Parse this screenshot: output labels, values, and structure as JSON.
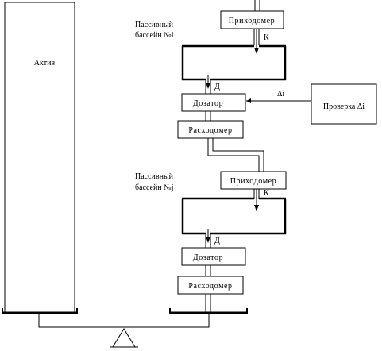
{
  "labels": {
    "active": "Актив",
    "pool_i_line1": "Пассивный",
    "pool_i_line2": "бассейн №i",
    "pool_j_line1": "Пассивный",
    "pool_j_line2": "бассейн №j",
    "inflow_meter_i": "Приходомер",
    "inflow_meter_j": "Приходомер",
    "k_top": "К",
    "k_bottom": "К",
    "d_top": "Д",
    "d_bottom": "Д",
    "doser_i": "Дозатор",
    "doser_j": "Дозатор",
    "outflow_meter_i": "Расходомер",
    "outflow_meter_j": "Расходомер",
    "delta_i": "Δi",
    "check_box": "Проверка Δi"
  }
}
